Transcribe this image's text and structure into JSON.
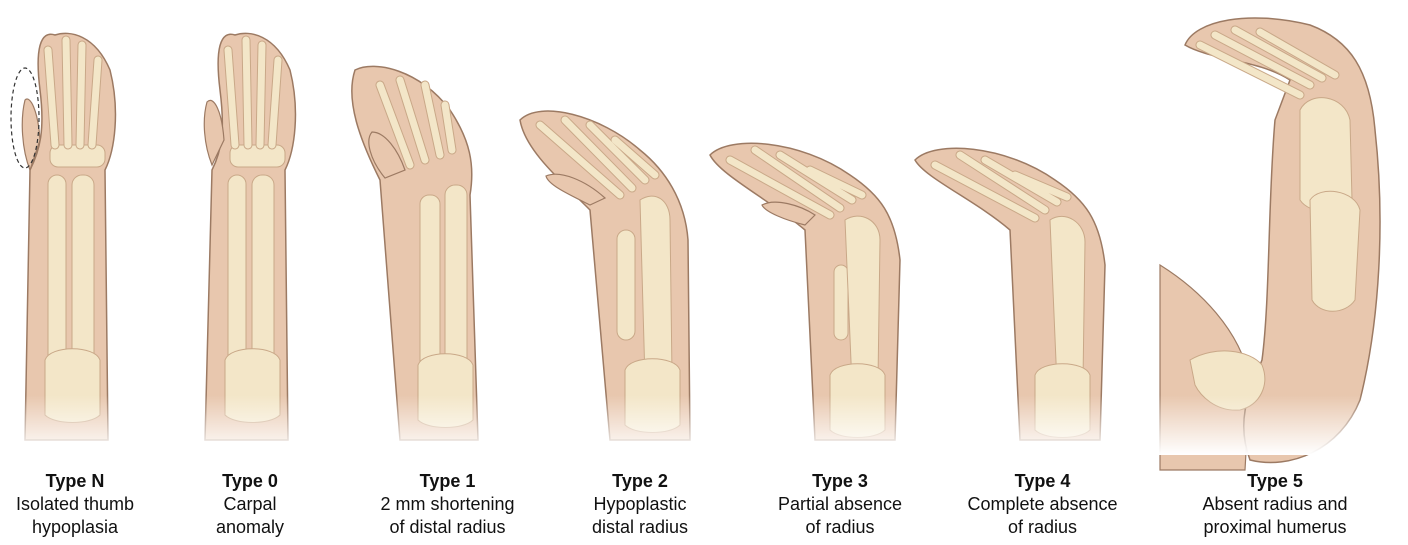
{
  "colors": {
    "skin": "#e8c7ae",
    "skin_shadow": "#d6ad93",
    "bone": "#f3e6c8",
    "bone_outline": "#c9a888",
    "outline": "#9c7a63"
  },
  "panels": [
    {
      "title": "Type N",
      "line1": "Isolated thumb",
      "line2": "hypoplasia"
    },
    {
      "title": "Type 0",
      "line1": "Carpal",
      "line2": "anomaly"
    },
    {
      "title": "Type 1",
      "line1": "2 mm shortening",
      "line2": "of distal radius"
    },
    {
      "title": "Type 2",
      "line1": "Hypoplastic",
      "line2": "distal radius"
    },
    {
      "title": "Type 3",
      "line1": "Partial absence",
      "line2": "of radius"
    },
    {
      "title": "Type 4",
      "line1": "Complete absence",
      "line2": "of radius"
    },
    {
      "title": "Type 5",
      "line1": "Absent radius and",
      "line2": "proximal humerus"
    }
  ]
}
